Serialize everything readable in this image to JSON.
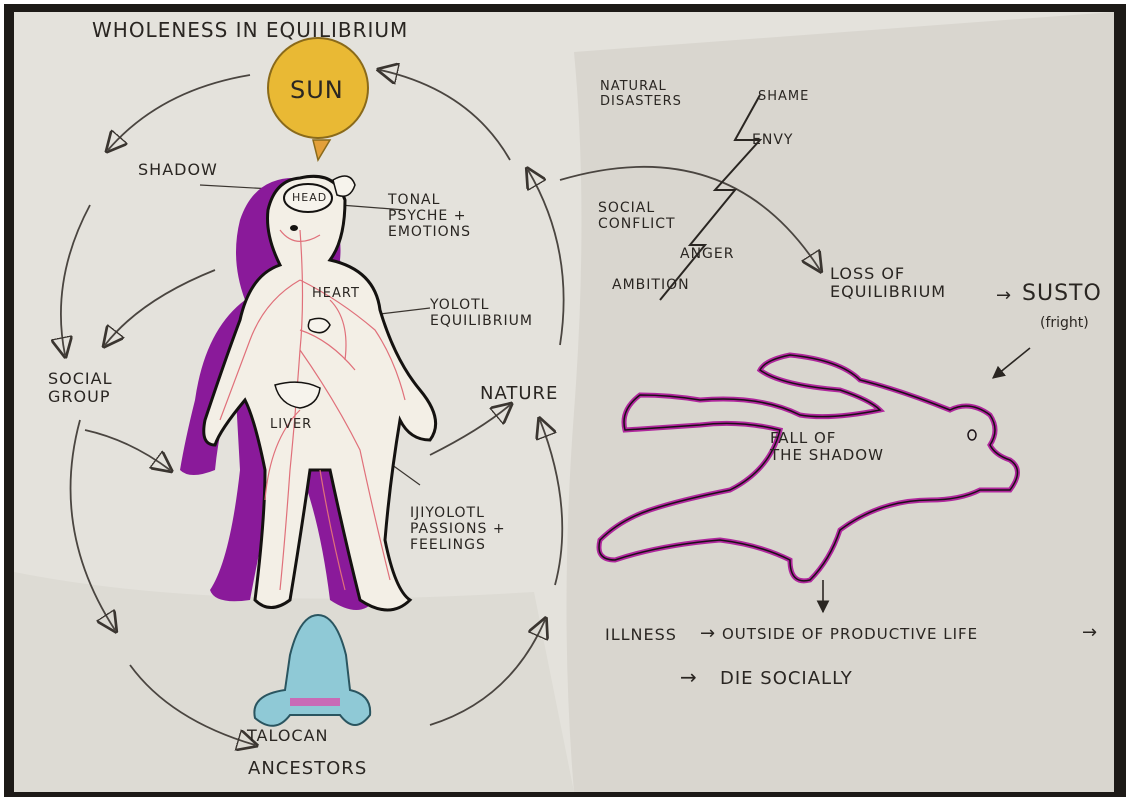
{
  "title": "WHOLENESS IN EQUILIBRIUM",
  "nodes": {
    "sun": "SUN",
    "shadow": "SHADOW",
    "social_group": "SOCIAL\nGROUP",
    "nature": "NATURE",
    "talocan": "TALOCAN",
    "ancestors": "ANCESTORS"
  },
  "body_parts": {
    "head": "HEAD",
    "heart": "HEART",
    "liver": "LIVER"
  },
  "annotations": {
    "tonal": "TONAL\nPSYCHE +\nEMOTIONS",
    "yolotl": "YOLOTL\nEQUILIBRIUM",
    "ijiyolotl": "IJIYOLOTL\nPASSIONS +\nFEELINGS"
  },
  "causes": {
    "natural_disasters": "NATURAL\nDISASTERS",
    "shame": "SHAME",
    "envy": "ENVY",
    "social_conflict": "SOCIAL\nCONFLICT",
    "anger": "ANGER",
    "ambition": "AMBITION"
  },
  "outcomes": {
    "loss_of_equilibrium": "LOSS OF\nEQUILIBRIUM",
    "arrow_1": "→",
    "susto": "SUSTO",
    "fright": "(fright)",
    "fall_of_shadow": "FALL OF\nTHE SHADOW",
    "illness": "ILLNESS",
    "arrow_2": "→",
    "outside_productive": "OUTSIDE OF PRODUCTIVE LIFE",
    "arrow_3": "→",
    "arrow_4": "→",
    "die_socially": "DIE SOCIALLY"
  },
  "colors": {
    "paper": "#e4e2dc",
    "sun_fill": "#e9b934",
    "shadow_purple": "#8a1a9a",
    "vein_red": "#e0707a",
    "talocan_blue": "#8fc9d6",
    "ink": "#2a2622"
  }
}
